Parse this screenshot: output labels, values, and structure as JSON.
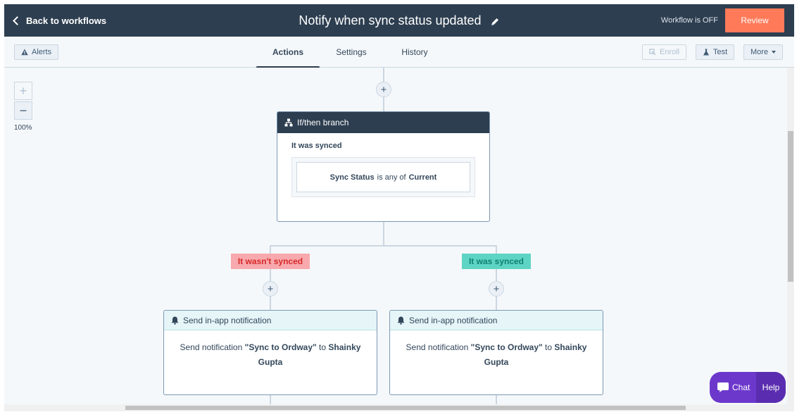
{
  "header": {
    "back_label": "Back to workflows",
    "title": "Notify when sync status updated",
    "status": "Workflow is OFF",
    "review_label": "Review"
  },
  "toolbar": {
    "alerts_label": "Alerts",
    "tabs": [
      {
        "label": "Actions",
        "active": true
      },
      {
        "label": "Settings",
        "active": false
      },
      {
        "label": "History",
        "active": false
      }
    ],
    "enroll_label": "Enroll",
    "test_label": "Test",
    "more_label": "More"
  },
  "canvas": {
    "zoom_in": "+",
    "zoom_out": "−",
    "zoom_level": "100%",
    "branch": {
      "header": "If/then branch",
      "condition_title": "It was synced",
      "property": "Sync Status",
      "operator": "is any of",
      "value": "Current"
    },
    "branch_labels": {
      "left": "It wasn't synced",
      "right": "It was synced"
    },
    "actions": [
      {
        "header": "Send in-app notification",
        "prefix": "Send notification",
        "notification": "\"Sync to Ordway\"",
        "to": "to",
        "recipient": "Shainky Gupta"
      },
      {
        "header": "Send in-app notification",
        "prefix": "Send notification",
        "notification": "\"Sync to Ordway\"",
        "to": "to",
        "recipient": "Shainky Gupta"
      }
    ]
  },
  "chat_widget": {
    "chat_label": "Chat",
    "help_label": "Help"
  },
  "colors": {
    "topbar": "#2d3e50",
    "review": "#ff7a59",
    "no_branch": "#f8a9ad",
    "yes_branch": "#5ed5c4",
    "chat": "#6c38cc"
  }
}
